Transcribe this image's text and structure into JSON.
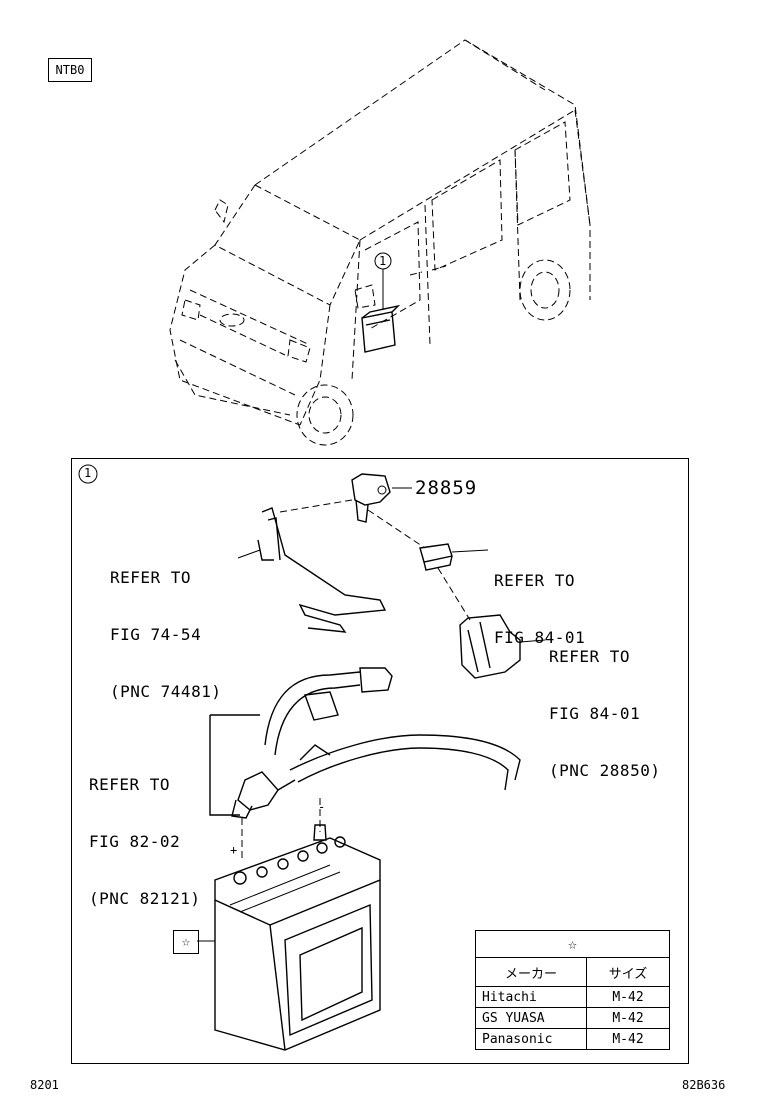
{
  "header": {
    "code": "NTB0"
  },
  "vehicle": {
    "callout_number": "1"
  },
  "detail": {
    "callout_number": "1",
    "part_number": "28859",
    "refs": [
      {
        "line1": "REFER TO",
        "line2": "FIG 74-54",
        "line3": "(PNC 74481)"
      },
      {
        "line1": "REFER TO",
        "line2": "FIG 84-01",
        "line3": ""
      },
      {
        "line1": "REFER TO",
        "line2": "FIG 84-01",
        "line3": "(PNC 28850)"
      },
      {
        "line1": "REFER TO",
        "line2": "FIG 82-02",
        "line3": "(PNC 82121)"
      }
    ],
    "star_marker": "☆",
    "battery_terminal_plus": "+",
    "battery_terminal_minus": "-"
  },
  "spec_table": {
    "title": "☆",
    "col_maker": "メーカー",
    "col_size": "サイズ",
    "rows": [
      {
        "maker": "Hitachi",
        "size": "M-42"
      },
      {
        "maker": "GS YUASA",
        "size": "M-42"
      },
      {
        "maker": "Panasonic",
        "size": "M-42"
      }
    ]
  },
  "footer": {
    "left": "8201",
    "right": "82B636"
  }
}
